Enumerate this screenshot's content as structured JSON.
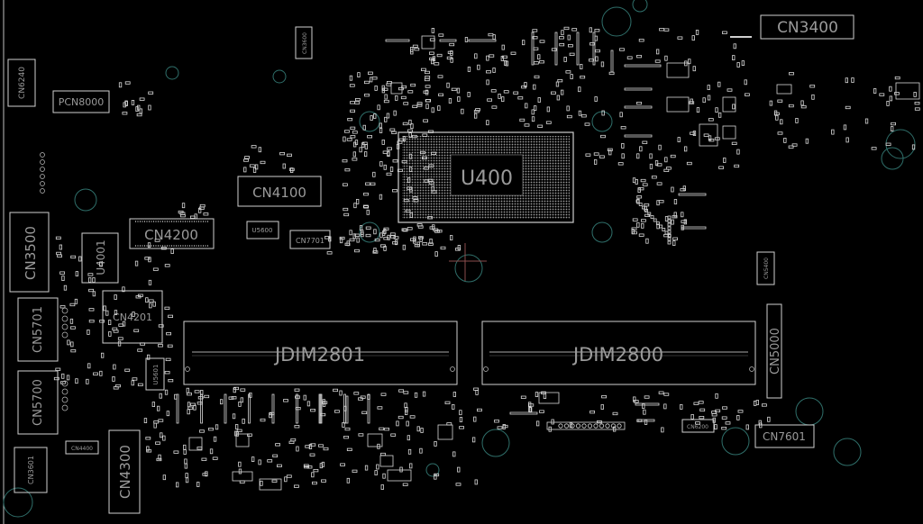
{
  "labels": {
    "cn3400": "CN3400",
    "cn3600": "CN3600",
    "cn6240": "CN6240",
    "pcn8000": "PCN8000",
    "cn4100": "CN4100",
    "u400": "U400",
    "cn4200": "CN4200",
    "u5600": "U5600",
    "cn7701": "CN7701",
    "cn3500": "CN3500",
    "u4001": "U4001",
    "cn4201": "CN4201",
    "cn5400": "CN5400",
    "cn5701": "CN5701",
    "jdim2801": "JDIM2801",
    "jdim2800": "JDIM2800",
    "cn5000": "CN5000",
    "cn5700": "CN5700",
    "u5601": "U5601",
    "cn4400": "CN4400",
    "cn4300": "CN4300",
    "cn3601": "CN3601",
    "cn6200": "CN6200",
    "cn7601": "CN7601"
  },
  "colors": {
    "background": "#000000",
    "outline": "#cfcfcf",
    "label": "#9a9a9a",
    "via": "#2f6f6a"
  }
}
